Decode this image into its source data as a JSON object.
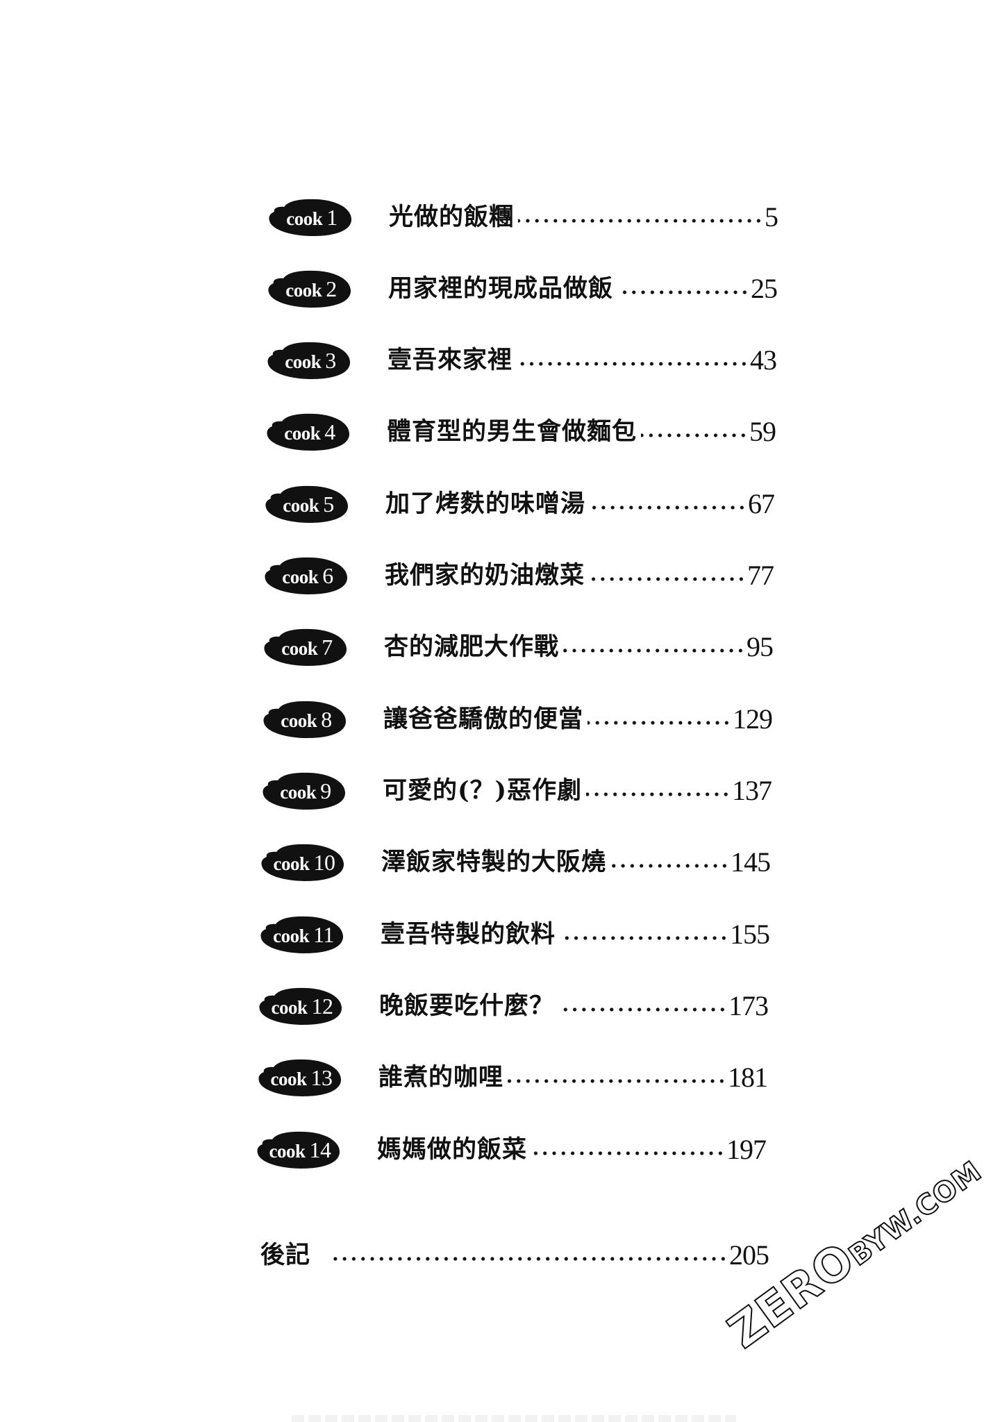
{
  "toc": {
    "chapters": [
      {
        "label": "cook",
        "num": "1",
        "title": "光做的飯糰",
        "page": "5"
      },
      {
        "label": "cook",
        "num": "2",
        "title": "用家裡的現成品做飯 ",
        "page": "25"
      },
      {
        "label": "cook",
        "num": "3",
        "title": "壹吾來家裡 ",
        "page": "43"
      },
      {
        "label": "cook",
        "num": "4",
        "title": "體育型的男生會做麵包 ",
        "page": "59"
      },
      {
        "label": "cook",
        "num": "5",
        "title": "加了烤麩的味噌湯 ",
        "page": "67"
      },
      {
        "label": "cook",
        "num": "6",
        "title": "我們家的奶油燉菜 ",
        "page": "77"
      },
      {
        "label": "cook",
        "num": "7",
        "title": "杏的減肥大作戰 ",
        "page": "95"
      },
      {
        "label": "cook",
        "num": "8",
        "title": "讓爸爸驕傲的便當",
        "page": "129"
      },
      {
        "label": "cook",
        "num": "9",
        "title": "可愛的(？)惡作劇",
        "page": "137"
      },
      {
        "label": "cook",
        "num": "10",
        "title": "澤飯家特製的大阪燒",
        "page": "145"
      },
      {
        "label": "cook",
        "num": "11",
        "title": "壹吾特製的飲料",
        "page": "155"
      },
      {
        "label": "cook",
        "num": "12",
        "title": "晚飯要吃什麼？",
        "page": "173"
      },
      {
        "label": "cook",
        "num": "13",
        "title": "誰煮的咖哩",
        "page": "181"
      },
      {
        "label": "cook",
        "num": "14",
        "title": "媽媽做的飯菜",
        "page": "197"
      }
    ],
    "afterword": {
      "title": "後記",
      "page": "205"
    }
  },
  "watermark": {
    "main": "ZERO",
    "sub": "BYW.COM"
  },
  "colors": {
    "ink": "#111111",
    "paper": "#ffffff"
  }
}
